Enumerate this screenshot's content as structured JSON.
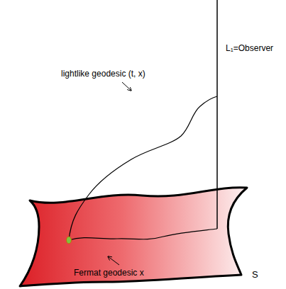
{
  "diagram": {
    "labels": [
      "L₁=Observer",
      "lightlike geodesic (t, x)",
      "Fermat geodesic x",
      "S"
    ]
  }
}
